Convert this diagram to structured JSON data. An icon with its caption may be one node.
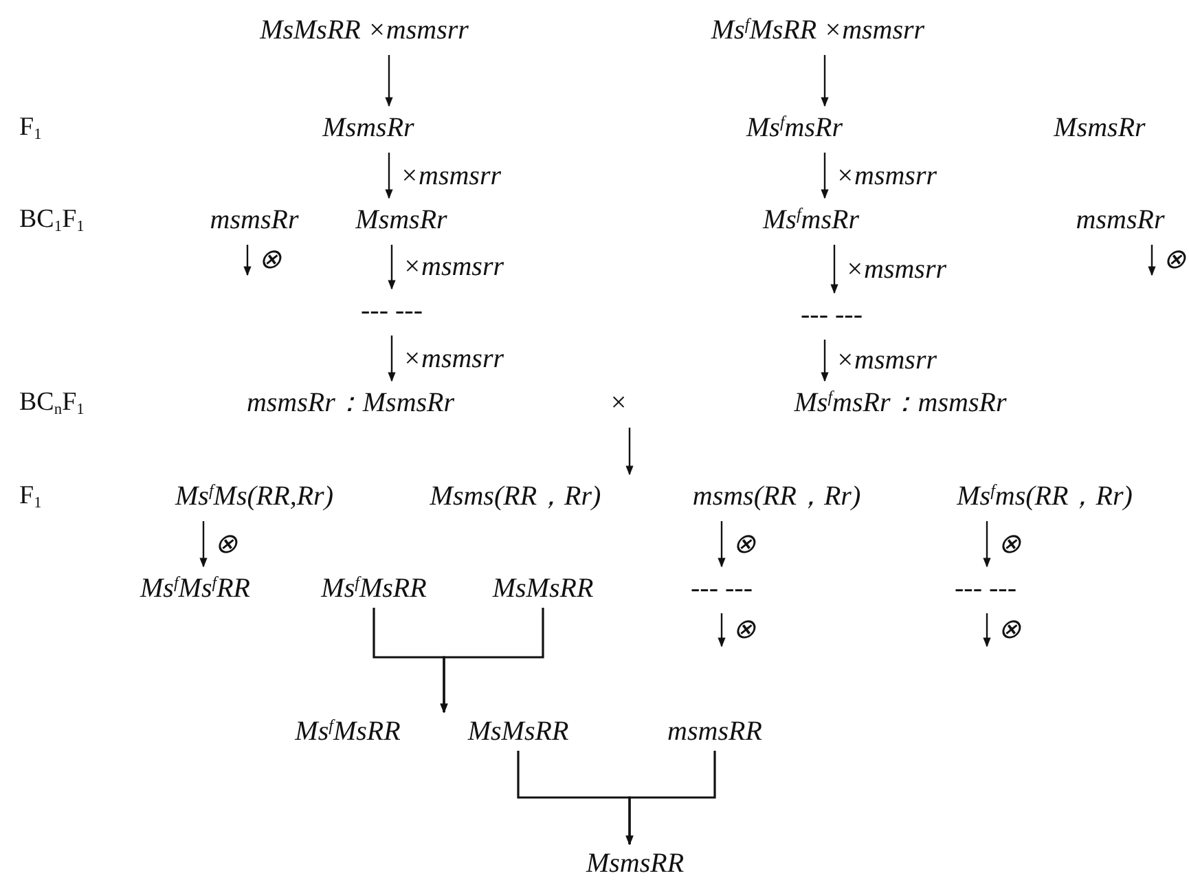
{
  "diagram": {
    "nodes": [
      {
        "text": [
          "MsMsRR ×msmsrr"
        ]
      },
      {
        "text": [
          "Ms$^{f}$MsRR ×msmsrr"
        ]
      },
      {
        "text": [
          "MsmsRr"
        ]
      },
      {
        "text": [
          "Ms$^{f}$msRr"
        ]
      },
      {
        "text": [
          "MsmsRr"
        ]
      },
      {
        "text": [
          "msmsRr"
        ]
      },
      {
        "text": [
          "MsmsRr"
        ]
      },
      {
        "text": [
          "Ms$^{f}$msRr"
        ]
      },
      {
        "text": [
          "msmsRr"
        ]
      },
      {
        "text": [
          "--- ---"
        ]
      },
      {
        "text": [
          "--- ---"
        ]
      },
      {
        "text": [
          "msmsRr：MsmsRr"
        ]
      },
      {
        "text": [
          "×"
        ]
      },
      {
        "text": [
          "Ms$^{f}$msRr：msmsRr"
        ]
      },
      {
        "text": [
          "Ms$^{f}$Ms(RR,Rr)"
        ]
      },
      {
        "text": [
          "Msms(RR，Rr)"
        ]
      },
      {
        "text": [
          "msms(RR，Rr)"
        ]
      },
      {
        "text": [
          "Ms$^{f}$ms(RR，Rr)"
        ]
      },
      {
        "text": [
          "Ms$^{f}$Ms$^{f}$RR"
        ]
      },
      {
        "text": [
          "Ms$^{f}$MsRR"
        ]
      },
      {
        "text": [
          "MsMsRR"
        ]
      },
      {
        "text": [
          "--- ---"
        ]
      },
      {
        "text": [
          "--- ---"
        ]
      },
      {
        "text": [
          "Ms$^{f}$MsRR"
        ]
      },
      {
        "text": [
          "MsMsRR"
        ]
      },
      {
        "text": [
          "msmsRR"
        ]
      },
      {
        "text": [
          "MsmsRR"
        ]
      }
    ],
    "edges": [
      {
        "from": 0,
        "to": 2,
        "arrow": "to"
      },
      {
        "from": 1,
        "to": 3,
        "arrow": "to"
      },
      {
        "from": 2,
        "to": 6,
        "arrow": "to",
        "label": "×msmsrr"
      },
      {
        "from": 3,
        "to": 7,
        "arrow": "to",
        "label": "×msmsrr"
      },
      {
        "from": 5,
        "to": null,
        "arrow": "to",
        "label": "⊗"
      },
      {
        "from": 8,
        "to": null,
        "arrow": "to",
        "label": "⊗"
      },
      {
        "from": 6,
        "to": 9,
        "arrow": "to",
        "label": "×msmsrr"
      },
      {
        "from": 7,
        "to": 10,
        "arrow": "to",
        "label": "×msmsrr"
      },
      {
        "from": 9,
        "to": 11,
        "arrow": "to",
        "label": "×msmsrr"
      },
      {
        "from": 10,
        "to": 13,
        "arrow": "to",
        "label": "×msmsrr"
      },
      {
        "from": 12,
        "to": 15,
        "arrow": "to"
      },
      {
        "from": 14,
        "to": 18,
        "arrow": "to",
        "label": "⊗"
      },
      {
        "from": 16,
        "to": 21,
        "arrow": "to",
        "label": "⊗"
      },
      {
        "from": 17,
        "to": 22,
        "arrow": "to",
        "label": "⊗"
      },
      {
        "from": 21,
        "to": null,
        "arrow": "to",
        "label": "⊗"
      },
      {
        "from": 22,
        "to": null,
        "arrow": "to",
        "label": "⊗"
      },
      {
        "from": 19,
        "to": 24,
        "arrow": "to"
      },
      {
        "from": 20,
        "to": 24,
        "arrow": "to"
      },
      {
        "from": 24,
        "to": 26,
        "arrow": "to"
      },
      {
        "from": 25,
        "to": 26,
        "arrow": "to"
      }
    ],
    "labels": [
      "F$_{1}$",
      "BC$_{1}$F$_{1}$",
      "BC$_{n}$F$_{1}$",
      "F$_{1}$"
    ]
  }
}
